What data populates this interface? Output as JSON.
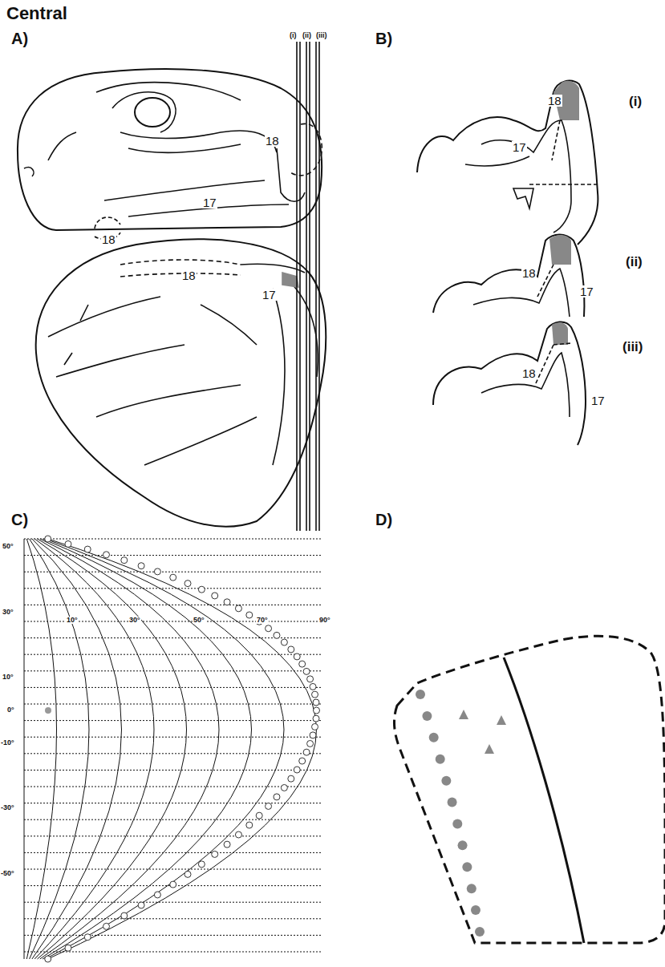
{
  "diagram": {
    "title": "Central",
    "labels": [
      "A)",
      "B)",
      "(i)",
      "(ii)",
      "(iii)",
      "18",
      "17",
      "18",
      "18",
      "17",
      "18",
      "17",
      "(i)",
      "18",
      "17",
      "(ii)",
      "18",
      "17",
      "(iii)",
      "C)",
      "D)",
      "50°",
      "30°",
      "10°",
      "0°",
      "-10°",
      "-30°",
      "-50°",
      "10°",
      "30°",
      "50°",
      "70°",
      "90°"
    ]
  }
}
